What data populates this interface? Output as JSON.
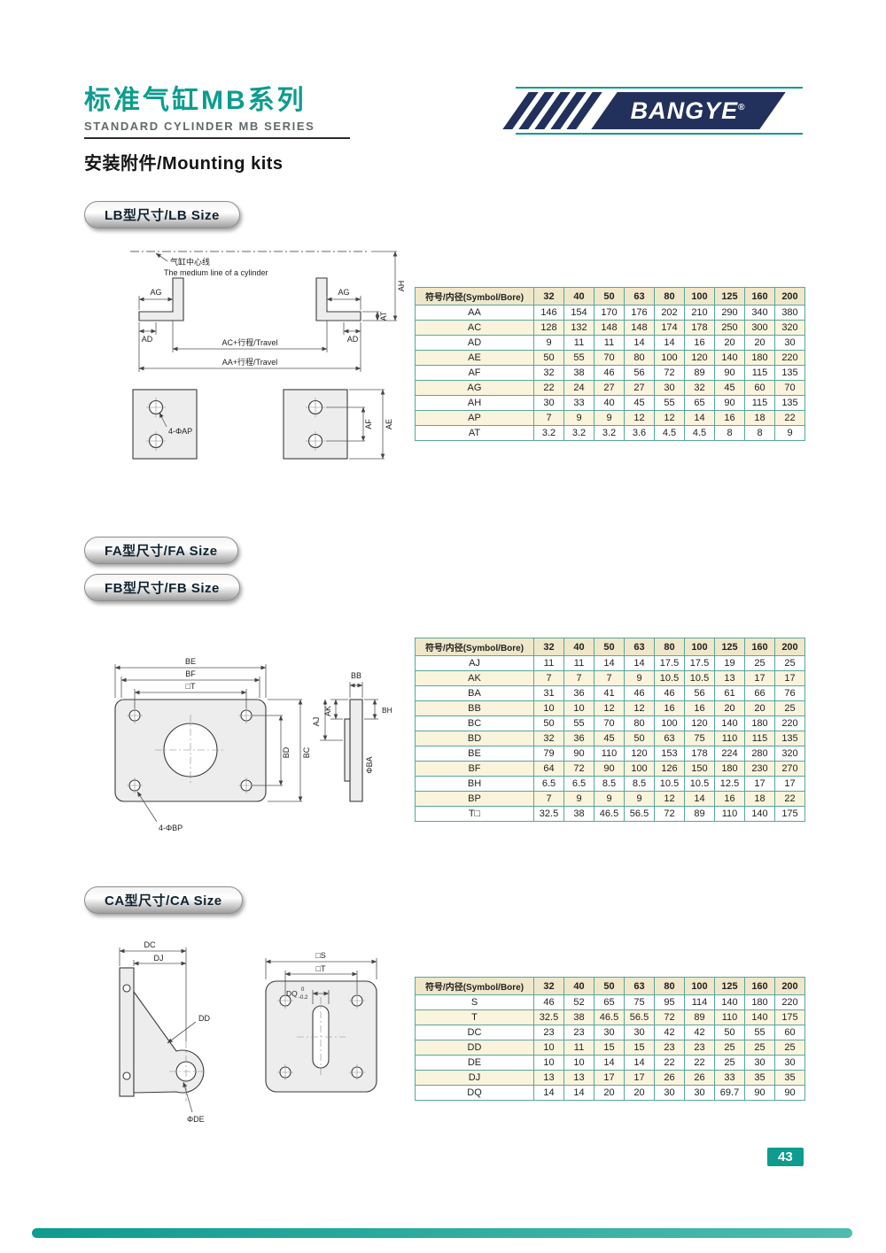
{
  "page": {
    "title_cn": "标准气缸MB系列",
    "title_en": "STANDARD CYLINDER MB SERIES",
    "brand": "BANGYE",
    "brand_reg": "®",
    "mounting_title": "安装附件/Mounting kits",
    "page_number": "43"
  },
  "lb": {
    "label": "LB型尺寸/LB Size",
    "drawing": {
      "centerline_cn": "气缸中心线",
      "centerline_en": "The medium line of a cylinder",
      "dim_ag": "AG",
      "dim_ad": "AD",
      "dim_at": "AT",
      "dim_ah": "AH",
      "dim_ac": "AC+行程/Travel",
      "dim_aa": "AA+行程/Travel",
      "hole_label": "4-ΦAP",
      "dim_af": "AF",
      "dim_ae": "AE"
    },
    "table": {
      "header": [
        "符号/内径(Symbol/Bore)",
        "32",
        "40",
        "50",
        "63",
        "80",
        "100",
        "125",
        "160",
        "200"
      ],
      "rows": [
        [
          "AA",
          "146",
          "154",
          "170",
          "176",
          "202",
          "210",
          "290",
          "340",
          "380"
        ],
        [
          "AC",
          "128",
          "132",
          "148",
          "148",
          "174",
          "178",
          "250",
          "300",
          "320"
        ],
        [
          "AD",
          "9",
          "11",
          "11",
          "14",
          "14",
          "16",
          "20",
          "20",
          "30"
        ],
        [
          "AE",
          "50",
          "55",
          "70",
          "80",
          "100",
          "120",
          "140",
          "180",
          "220"
        ],
        [
          "AF",
          "32",
          "38",
          "46",
          "56",
          "72",
          "89",
          "90",
          "115",
          "135"
        ],
        [
          "AG",
          "22",
          "24",
          "27",
          "27",
          "30",
          "32",
          "45",
          "60",
          "70"
        ],
        [
          "AH",
          "30",
          "33",
          "40",
          "45",
          "55",
          "65",
          "90",
          "115",
          "135"
        ],
        [
          "AP",
          "7",
          "9",
          "9",
          "12",
          "12",
          "14",
          "16",
          "18",
          "22"
        ],
        [
          "AT",
          "3.2",
          "3.2",
          "3.2",
          "3.6",
          "4.5",
          "4.5",
          "8",
          "8",
          "9"
        ]
      ]
    }
  },
  "fa": {
    "label_fa": "FA型尺寸/FA Size",
    "label_fb": "FB型尺寸/FB Size",
    "drawing": {
      "dim_be": "BE",
      "dim_bf": "BF",
      "dim_t": "□T",
      "dim_bd": "BD",
      "dim_bc": "BC",
      "hole_label": "4-ΦBP",
      "dim_bb": "BB",
      "dim_bh": "BH",
      "dim_ak": "AK",
      "dim_aj": "AJ",
      "dim_ba": "ΦBA"
    },
    "table": {
      "header": [
        "符号/内径(Symbol/Bore)",
        "32",
        "40",
        "50",
        "63",
        "80",
        "100",
        "125",
        "160",
        "200"
      ],
      "rows": [
        [
          "AJ",
          "11",
          "11",
          "14",
          "14",
          "17.5",
          "17.5",
          "19",
          "25",
          "25"
        ],
        [
          "AK",
          "7",
          "7",
          "7",
          "9",
          "10.5",
          "10.5",
          "13",
          "17",
          "17"
        ],
        [
          "BA",
          "31",
          "36",
          "41",
          "46",
          "46",
          "56",
          "61",
          "66",
          "76"
        ],
        [
          "BB",
          "10",
          "10",
          "12",
          "12",
          "16",
          "16",
          "20",
          "20",
          "25"
        ],
        [
          "BC",
          "50",
          "55",
          "70",
          "80",
          "100",
          "120",
          "140",
          "180",
          "220"
        ],
        [
          "BD",
          "32",
          "36",
          "45",
          "50",
          "63",
          "75",
          "110",
          "115",
          "135"
        ],
        [
          "BE",
          "79",
          "90",
          "110",
          "120",
          "153",
          "178",
          "224",
          "280",
          "320"
        ],
        [
          "BF",
          "64",
          "72",
          "90",
          "100",
          "126",
          "150",
          "180",
          "230",
          "270"
        ],
        [
          "BH",
          "6.5",
          "6.5",
          "8.5",
          "8.5",
          "10.5",
          "10.5",
          "12.5",
          "17",
          "17"
        ],
        [
          "BP",
          "7",
          "9",
          "9",
          "9",
          "12",
          "14",
          "16",
          "18",
          "22"
        ],
        [
          "T□",
          "32.5",
          "38",
          "46.5",
          "56.5",
          "72",
          "89",
          "110",
          "140",
          "175"
        ]
      ]
    }
  },
  "ca": {
    "label": "CA型尺寸/CA Size",
    "drawing": {
      "dim_dc": "DC",
      "dim_dj": "DJ",
      "dim_dd": "DD",
      "dim_de": "ΦDE",
      "dim_s": "□S",
      "dim_t": "□T",
      "dim_dq": "DQ",
      "tol_top": "0",
      "tol_bottom": "-0.2"
    },
    "table": {
      "header": [
        "符号/内径(Symbol/Bore)",
        "32",
        "40",
        "50",
        "63",
        "80",
        "100",
        "125",
        "160",
        "200"
      ],
      "rows": [
        [
          "S",
          "46",
          "52",
          "65",
          "75",
          "95",
          "114",
          "140",
          "180",
          "220"
        ],
        [
          "T",
          "32.5",
          "38",
          "46.5",
          "56.5",
          "72",
          "89",
          "110",
          "140",
          "175"
        ],
        [
          "DC",
          "23",
          "23",
          "30",
          "30",
          "42",
          "42",
          "50",
          "55",
          "60"
        ],
        [
          "DD",
          "10",
          "11",
          "15",
          "15",
          "23",
          "23",
          "25",
          "25",
          "25"
        ],
        [
          "DE",
          "10",
          "10",
          "14",
          "14",
          "22",
          "22",
          "25",
          "30",
          "30"
        ],
        [
          "DJ",
          "13",
          "13",
          "17",
          "17",
          "26",
          "26",
          "33",
          "35",
          "35"
        ],
        [
          "DQ",
          "14",
          "14",
          "20",
          "20",
          "30",
          "30",
          "69.7",
          "90",
          "90"
        ]
      ]
    }
  },
  "colors": {
    "teal": "#0d9c8e",
    "navy": "#22305c",
    "row_cream": "#faf4dc"
  }
}
